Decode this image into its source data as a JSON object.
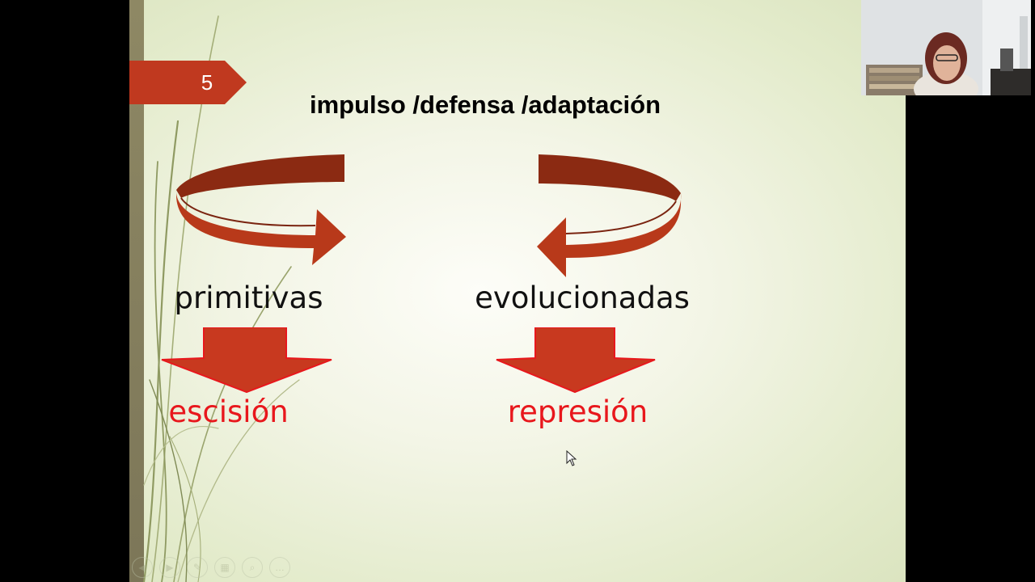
{
  "slide": {
    "number": "5",
    "title": "impulso /defensa /adaptación",
    "left_label": "primitivas",
    "right_label": "evolucionadas",
    "left_result": "escisión",
    "right_result": "represión"
  },
  "toolbar": {
    "buttons": [
      {
        "icon": "previous-icon",
        "glyph": "◀"
      },
      {
        "icon": "next-icon",
        "glyph": "▶"
      },
      {
        "icon": "pen-icon",
        "glyph": "✎"
      },
      {
        "icon": "slides-grid-icon",
        "glyph": "▦"
      },
      {
        "icon": "zoom-icon",
        "glyph": "⌕"
      },
      {
        "icon": "more-icon",
        "glyph": "…"
      }
    ]
  },
  "colors": {
    "arrow_dark": "#8b2a12",
    "arrow_mid": "#b8391a",
    "down_arrow": "#c8391f",
    "down_arrow_edge": "#e8171c",
    "result_text": "#e8171c",
    "banner": "#c0391f"
  }
}
